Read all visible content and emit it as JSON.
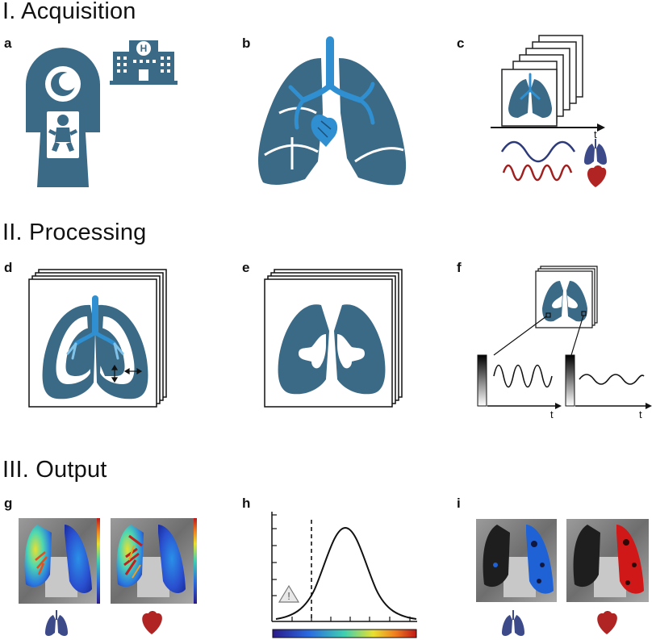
{
  "sections": [
    {
      "title": "I. Acquisition"
    },
    {
      "title": "II. Processing"
    },
    {
      "title": "III. Output"
    }
  ],
  "panels": {
    "a": {
      "letter": "a",
      "hospital_sign": "H"
    },
    "b": {
      "letter": "b"
    },
    "c": {
      "letter": "c",
      "time_label": "t"
    },
    "d": {
      "letter": "d"
    },
    "e": {
      "letter": "e"
    },
    "f": {
      "letter": "f",
      "time_label_1": "t",
      "time_label_2": "t"
    },
    "g": {
      "letter": "g"
    },
    "h": {
      "letter": "h",
      "warning_glyph": "!"
    },
    "i": {
      "letter": "i"
    }
  },
  "colors": {
    "lung_blue": "#3b6a86",
    "airway_blue": "#2f8fd0",
    "light_airway": "#7fc2ea",
    "respiration_wave": "#2d3a7a",
    "cardiac_wave": "#a01f1f",
    "heart_red": "#b02424",
    "lung_icon_navy": "#3d4a8a"
  },
  "icons": [
    "mri-scanner-icon",
    "hospital-icon",
    "baby-icon",
    "lungs-icon",
    "heart-icon",
    "warning-icon"
  ]
}
